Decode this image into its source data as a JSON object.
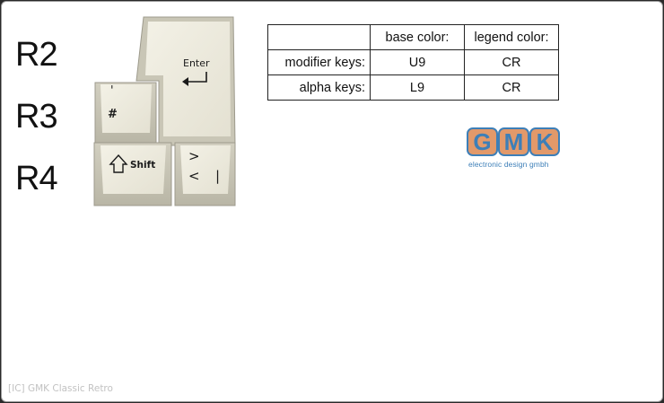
{
  "row_labels": [
    "R2",
    "R3",
    "R4"
  ],
  "keys": {
    "enter": {
      "legend": "Enter"
    },
    "hash": {
      "top_legend": "'",
      "bottom_legend": "#"
    },
    "shift": {
      "legend": "Shift"
    },
    "angle": {
      "top_legend": ">",
      "bottom_left_legend": "<",
      "bottom_right_legend": "|"
    }
  },
  "color_table": {
    "headers": [
      "",
      "base color:",
      "legend color:"
    ],
    "rows": [
      [
        "modifier keys:",
        "U9",
        "CR"
      ],
      [
        "alpha keys:",
        "L9",
        "CR"
      ]
    ]
  },
  "logo": {
    "letters": [
      "G",
      "M",
      "K"
    ],
    "subtitle": "electronic design gmbh"
  },
  "footer": {
    "caption": "[IC] GMK Classic Retro"
  },
  "colors": {
    "keycap_base": "#e9e6d8",
    "logo_orange": "#e2996a",
    "logo_blue": "#3d7fb8"
  }
}
